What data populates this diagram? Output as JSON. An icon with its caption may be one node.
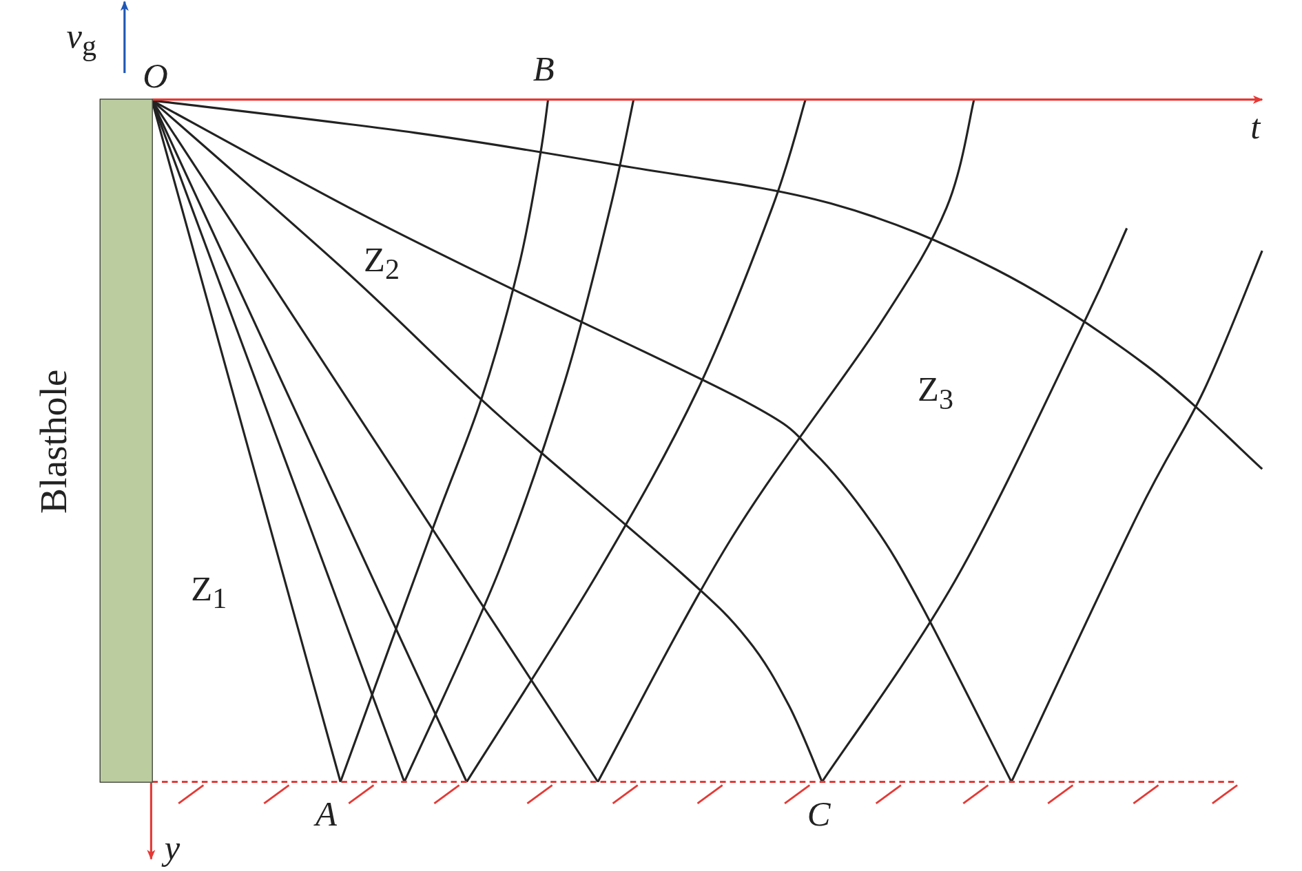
{
  "diagram": {
    "nodes": [
      {
        "text": [
          "Blasthole"
        ]
      }
    ],
    "edges": [],
    "labels": [
      "*v*$_{g}$",
      "O",
      "B",
      "t",
      "Z$_{2}$",
      "Z$_{3}$",
      "Z$_{1}$",
      "A",
      "C",
      "y"
    ]
  }
}
